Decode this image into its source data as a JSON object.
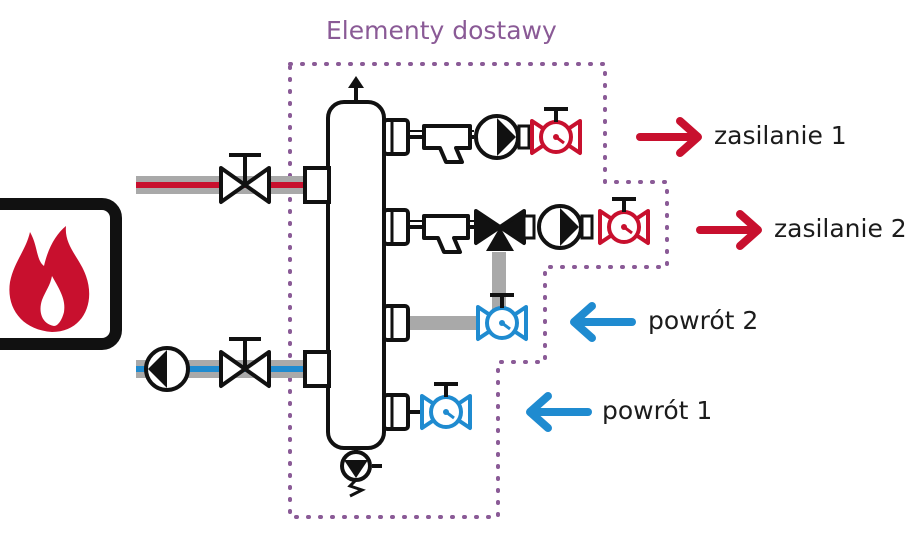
{
  "title": "Elementy dostawy",
  "labels": {
    "supply_1": "zasilanie 1",
    "supply_2": "zasilanie 2",
    "return_2": "powrót 2",
    "return_1": "powrót 1"
  },
  "colors": {
    "boundary": "#8a5a96",
    "supply": "#c8102e",
    "return": "#1f8bd0",
    "pipe": "#a9a9a9",
    "outline": "#111111"
  },
  "icons": [
    "flame-icon",
    "gate-valve-icon",
    "pump-icon",
    "mixing-valve-icon",
    "thermometer-valve-icon",
    "filter-icon",
    "drain-valve-icon",
    "air-vent-icon",
    "arrow-right-icon",
    "arrow-left-icon"
  ]
}
